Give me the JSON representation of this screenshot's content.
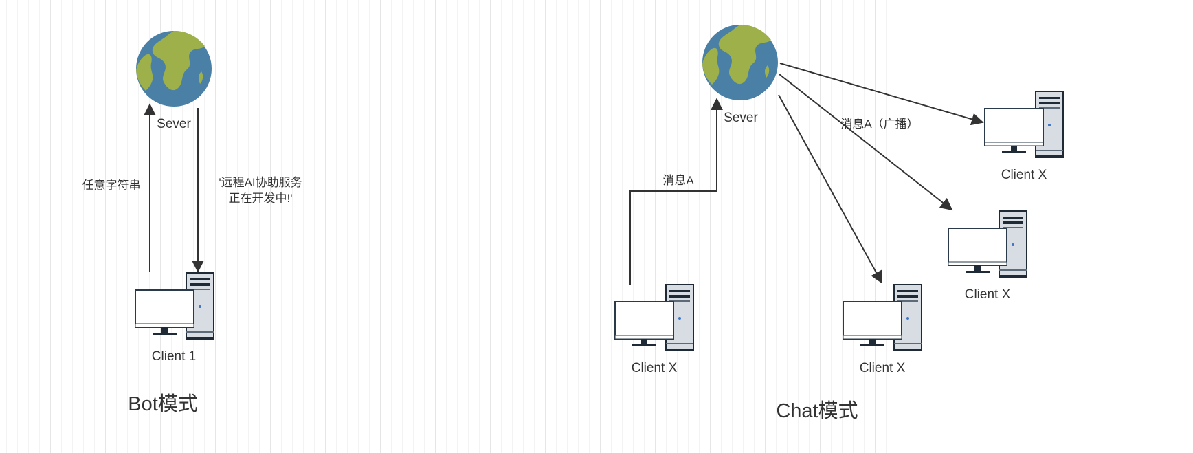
{
  "bot": {
    "title": "Bot模式",
    "server_label": "Sever",
    "client_label": "Client 1",
    "edge_up_label": "任意字符串",
    "edge_down_label_line1": "'远程AI协助服务",
    "edge_down_label_line2": "正在开发中!'"
  },
  "chat": {
    "title": "Chat模式",
    "server_label": "Sever",
    "sender_client_label": "Client X",
    "client_labels": [
      "Client X",
      "Client X",
      "Client X"
    ],
    "edge_send_label": "消息A",
    "edge_broadcast_label": "消息A（广播）"
  },
  "colors": {
    "ocean": "#4a80a6",
    "land": "#9eb04a",
    "arrow": "#333333",
    "monitor_frame": "#2a3a4a",
    "tower_body": "#d8dde3",
    "tower_dark": "#1e2a36"
  },
  "icons": [
    "globe-icon",
    "computer-icon"
  ]
}
